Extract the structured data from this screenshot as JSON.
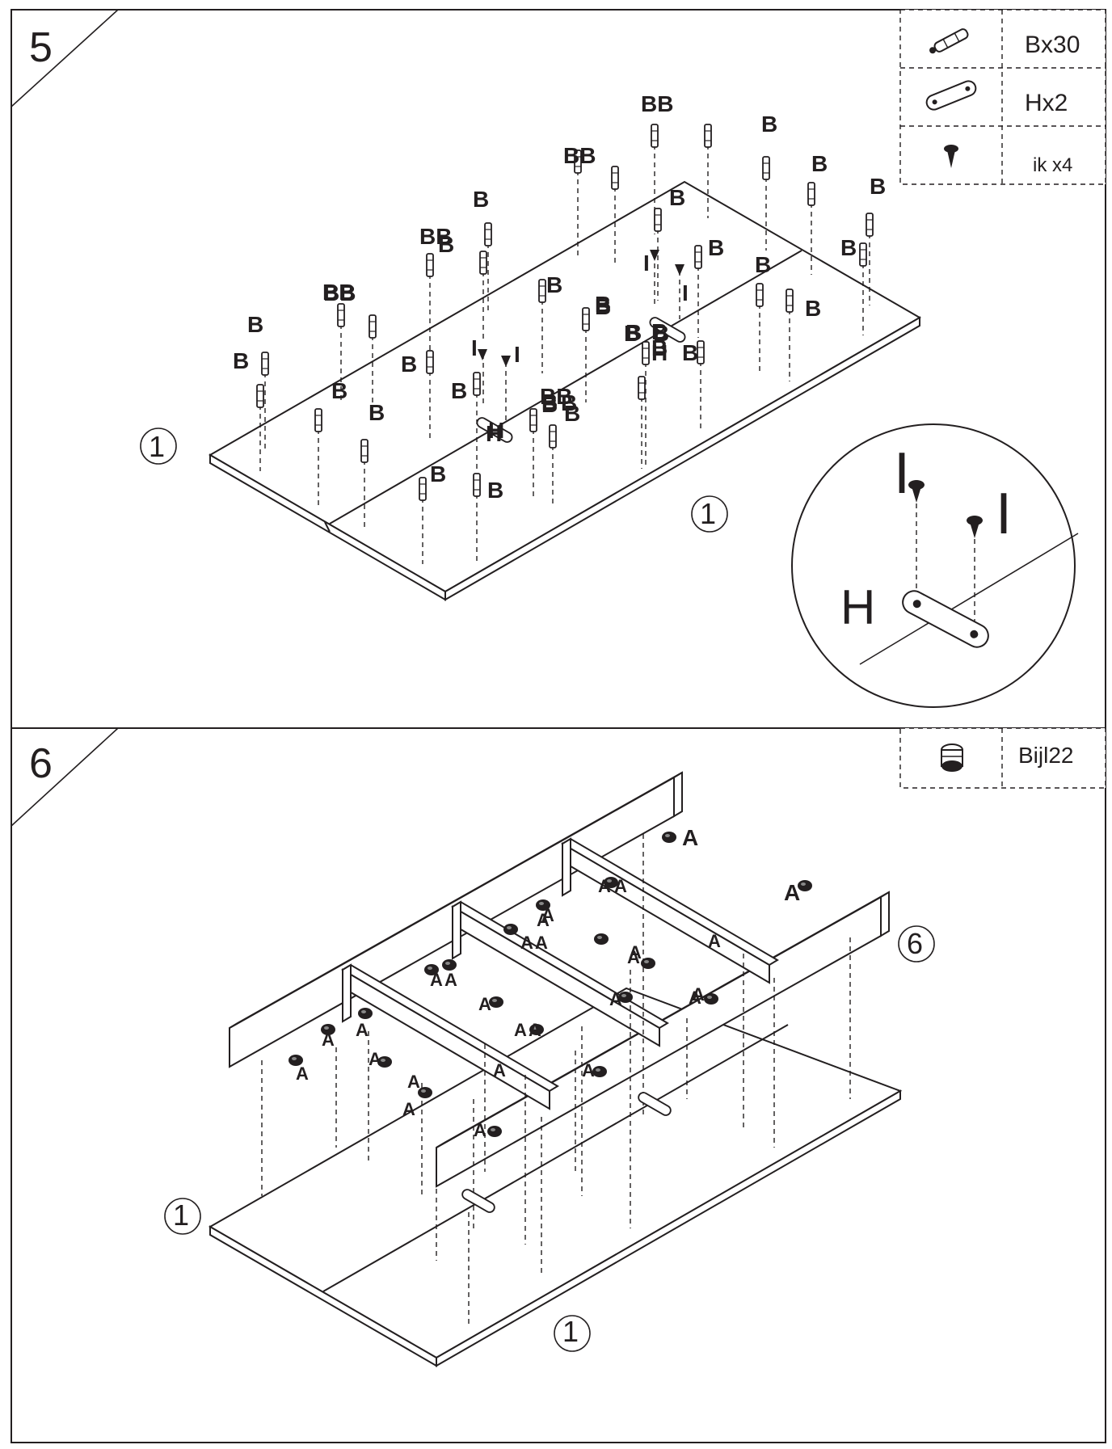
{
  "colors": {
    "ink": "#231f20",
    "panel_fill": "#ffffff",
    "background": "#ffffff"
  },
  "steps": [
    {
      "number": "5",
      "legend": [
        {
          "icon": "dowel-pin-icon",
          "label": "Bx30"
        },
        {
          "icon": "connector-plate-icon",
          "label": "Hx2"
        },
        {
          "icon": "screw-icon",
          "label": "ik  x4"
        }
      ],
      "panel_callouts": [
        "1",
        "1"
      ],
      "hardware_labels": [
        "BB",
        "BB",
        "B",
        "BB",
        "B",
        "BB",
        "B",
        "B",
        "B",
        "B",
        "B",
        "B",
        "B",
        "B",
        "B",
        "B",
        "B",
        "B",
        "B",
        "B",
        "B",
        "B",
        "B",
        "B",
        "B",
        "BB",
        "B",
        "B",
        "B",
        "BB",
        "B",
        "B",
        "H",
        "B",
        "B",
        "I",
        "I",
        "I",
        "I",
        "H",
        "B",
        "B",
        "H",
        "B"
      ],
      "detail": {
        "screw_labels": [
          "I",
          "I"
        ],
        "plate_label": "H"
      }
    },
    {
      "number": "6",
      "legend": [
        {
          "icon": "cam-lock-icon",
          "label": "Bijl22"
        }
      ],
      "panel_callouts": [
        "1",
        "6",
        "1"
      ],
      "hardware_labels": [
        "A",
        "A",
        "A",
        "A",
        "A",
        "A",
        "A",
        "A",
        "A",
        "A",
        "A",
        "A",
        "A",
        "A",
        "A",
        "A",
        "A",
        "A",
        "A",
        "A",
        "A",
        "A",
        "A",
        "A",
        "A",
        "A",
        "A",
        "A"
      ]
    }
  ]
}
